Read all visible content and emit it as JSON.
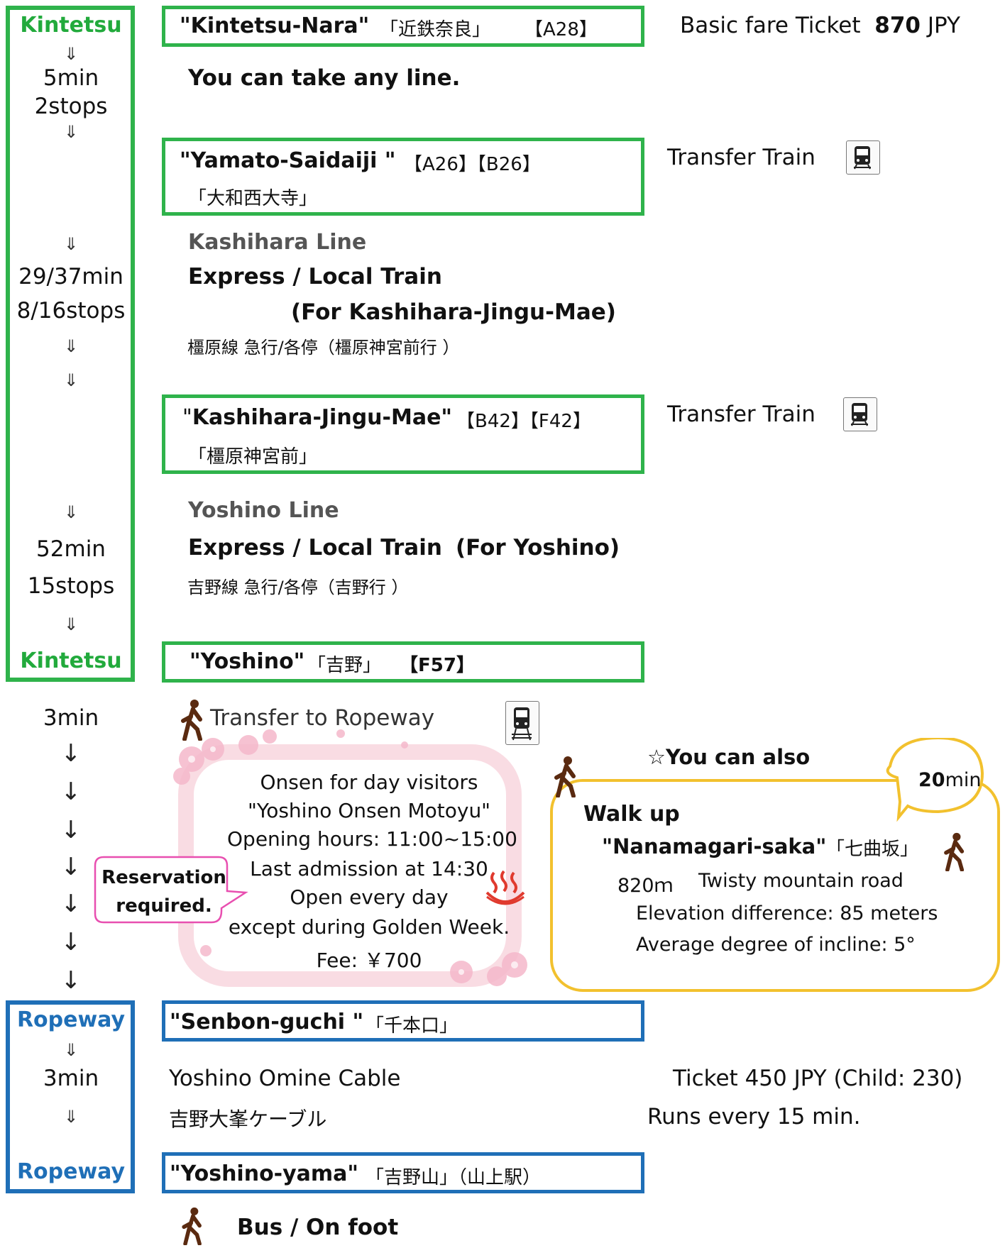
{
  "kintetsu": {
    "label_top": "Kintetsu",
    "label_bottom": "Kintetsu",
    "seg1": {
      "arrow_a": "⇓",
      "time": "5min",
      "stops": "2stops",
      "arrow_b": "⇓"
    },
    "seg2": {
      "arrow_a": "⇓",
      "time": "29/37min",
      "stops": "8/16stops",
      "arrow_b": "⇓",
      "arrow_c": "⇓"
    },
    "seg3": {
      "arrow_a": "⇓",
      "time": "52min",
      "stops": "15stops",
      "arrow_b": "⇓"
    }
  },
  "stations": {
    "nara": {
      "name": "\"Kintetsu-Nara\"",
      "jp": "「近鉄奈良」",
      "code": "【A28】"
    },
    "saidaiji": {
      "name": "\"Yamato-Saidaiji \"",
      "codes": "【A26】【B26】",
      "jp": "「大和西大寺」"
    },
    "kashihara": {
      "name_quote": "\"",
      "name": "Kashihara-Jingu-Mae\"",
      "codes": "【B42】【F42】",
      "jp": "「橿原神宮前」"
    },
    "yoshino": {
      "name": "\"Yoshino\"",
      "jp": "「吉野」",
      "code": "【F57】"
    },
    "senbon": {
      "name": "\"Senbon-guchi \"",
      "jp": "「千本口」"
    },
    "yoshinoyama": {
      "name": "\"Yoshino-yama\"",
      "jp": "「吉野山」（山上駅）"
    }
  },
  "notes": {
    "any_line": "You can take any line.",
    "basic_fare": "Basic fare Ticket",
    "fare_amount": "870",
    "fare_unit": "JPY",
    "transfer_train_1": "Transfer Train",
    "transfer_train_2": "Transfer Train"
  },
  "lines": {
    "kashihara": {
      "name": "Kashihara Line",
      "type": "Express / Local Train",
      "dest": "(For Kashihara-Jingu-Mae)",
      "jp": "橿原線 急行/各停（橿原神宮前行 ）"
    },
    "yoshino": {
      "name": "Yoshino Line",
      "type": "Express / Local Train",
      "dest": "(For Yoshino)",
      "jp": "吉野線 急行/各停（吉野行 ）"
    }
  },
  "transfer": {
    "time": "3min",
    "arrows": [
      "↓",
      "↓",
      "↓",
      "↓",
      "↓",
      "↓",
      "↓"
    ],
    "text": "Transfer to Ropeway"
  },
  "onsen": {
    "lines": [
      "Onsen for day visitors",
      "\"Yoshino Onsen Motoyu\"",
      "Opening hours: 11:00~15:00",
      "Last admission at 14:30",
      "Open every day",
      "except during Golden Week.",
      "Fee: ￥700"
    ],
    "reservation_line1": "Reservation",
    "reservation_line2": "required."
  },
  "walk": {
    "also": "☆You can also",
    "bubble_num": "20",
    "bubble_unit": "min",
    "walk_up": "Walk up",
    "slope_name": "\"Nanamagari-saka\"",
    "slope_jp": "「七曲坂」",
    "distance": "820ｍ",
    "road": "Twisty mountain road",
    "elevation": "Elevation difference: 85 meters",
    "incline": "Average degree of incline: 5°"
  },
  "ropeway": {
    "label_top": "Ropeway",
    "label_bottom": "Ropeway",
    "arrow_a": "⇓",
    "time": "3min",
    "arrow_b": "⇓",
    "cable_name": "Yoshino Omine Cable",
    "cable_jp": "吉野大峯ケーブル",
    "ticket": "Ticket 450 JPY  (Child: 230)",
    "frequency": "Runs every 15 min."
  },
  "final": {
    "text": "Bus / On foot"
  },
  "colors": {
    "kintetsu_green": "#2fb34b",
    "ropeway_blue": "#1f6fb7",
    "walk_yellow": "#f2c12e",
    "reservation_pink": "#e84fb0",
    "onsen_red": "#e03a2e",
    "walker_brown": "#5a2a10"
  },
  "icons": [
    "train-icon",
    "walking-person-icon",
    "hot-spring-icon",
    "sakura-decoration"
  ]
}
